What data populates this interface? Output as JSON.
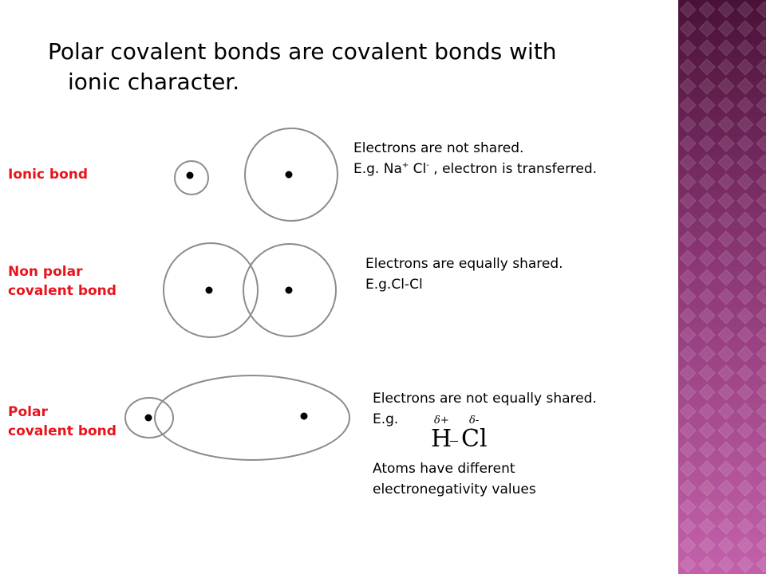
{
  "slide": {
    "title_line1": "Polar covalent bonds are covalent bonds with",
    "title_line2": "ionic character."
  },
  "colors": {
    "label_red": "#e8141c",
    "panel_dark": "#4a1138",
    "panel_light": "#c261aa"
  },
  "bonds": {
    "ionic": {
      "label": "Ionic bond",
      "desc_line1": "Electrons are not shared.",
      "desc_prefix": "E.g. Na",
      "na_charge": "+",
      "cl_text": " Cl",
      "cl_charge": "-",
      "desc_suffix": " , electron is transferred."
    },
    "nonpolar": {
      "label_line1": "Non polar",
      "label_line2": "covalent bond",
      "desc_line1": "Electrons are equally shared.",
      "desc_line2": "E.g.Cl-Cl"
    },
    "polar": {
      "label_line1": "Polar",
      "label_line2": "covalent bond",
      "desc_line1": "Electrons are not equally shared.",
      "desc_line2": "E.g.",
      "h_symbol": "H",
      "cl_symbol": "Cl",
      "delta_plus": "δ+",
      "delta_minus": "δ-",
      "note_line1": "Atoms have different",
      "note_line2": "electronegativity values"
    }
  }
}
